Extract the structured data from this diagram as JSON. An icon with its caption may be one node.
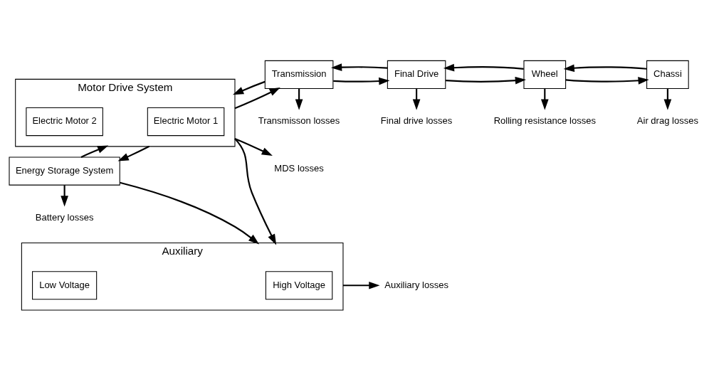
{
  "diagram": {
    "nodes": [
      {
        "text": [
          "Energy Storage System"
        ]
      },
      {
        "text": [
          "Motor Drive System"
        ]
      },
      {
        "text": [
          "Electric Motor 1"
        ],
        "in": 1
      },
      {
        "text": [
          "Electric Motor 2"
        ],
        "in": 1
      },
      {
        "text": [
          "Transmission"
        ]
      },
      {
        "text": [
          "Final Drive"
        ]
      },
      {
        "text": [
          "Wheel"
        ]
      },
      {
        "text": [
          "Chassi"
        ]
      },
      {
        "text": [
          "Auxiliary"
        ]
      },
      {
        "text": [
          "High Voltage"
        ],
        "in": 8
      },
      {
        "text": [
          "Low Voltage"
        ],
        "in": 8
      },
      {
        "text": [
          "Battery losses"
        ]
      },
      {
        "text": [
          "MDS losses"
        ]
      },
      {
        "text": [
          "Transmisson losses"
        ]
      },
      {
        "text": [
          "Final drive losses"
        ]
      },
      {
        "text": [
          "Rolling resistance losses"
        ]
      },
      {
        "text": [
          "Air drag losses"
        ]
      },
      {
        "text": [
          "Auxiliary losses"
        ]
      }
    ],
    "edges": [
      {
        "from": 0,
        "to": 1,
        "arrow": "to"
      },
      {
        "from": 1,
        "to": 0,
        "arrow": "to"
      },
      {
        "from": 1,
        "to": 4,
        "arrow": "to"
      },
      {
        "from": 4,
        "to": 1,
        "arrow": "to"
      },
      {
        "from": 4,
        "to": 5,
        "arrow": "to"
      },
      {
        "from": 5,
        "to": 4,
        "arrow": "to"
      },
      {
        "from": 5,
        "to": 6,
        "arrow": "to"
      },
      {
        "from": 6,
        "to": 5,
        "arrow": "to"
      },
      {
        "from": 6,
        "to": 7,
        "arrow": "to"
      },
      {
        "from": 7,
        "to": 6,
        "arrow": "to"
      },
      {
        "from": 0,
        "to": 11,
        "arrow": "to"
      },
      {
        "from": 1,
        "to": 12,
        "arrow": "to"
      },
      {
        "from": 4,
        "to": 13,
        "arrow": "to"
      },
      {
        "from": 5,
        "to": 14,
        "arrow": "to"
      },
      {
        "from": 6,
        "to": 15,
        "arrow": "to"
      },
      {
        "from": 7,
        "to": 16,
        "arrow": "to"
      },
      {
        "from": 0,
        "to": 8,
        "arrow": "to"
      },
      {
        "from": 1,
        "to": 8,
        "arrow": "to"
      },
      {
        "from": 8,
        "to": 17,
        "arrow": "to"
      }
    ]
  }
}
